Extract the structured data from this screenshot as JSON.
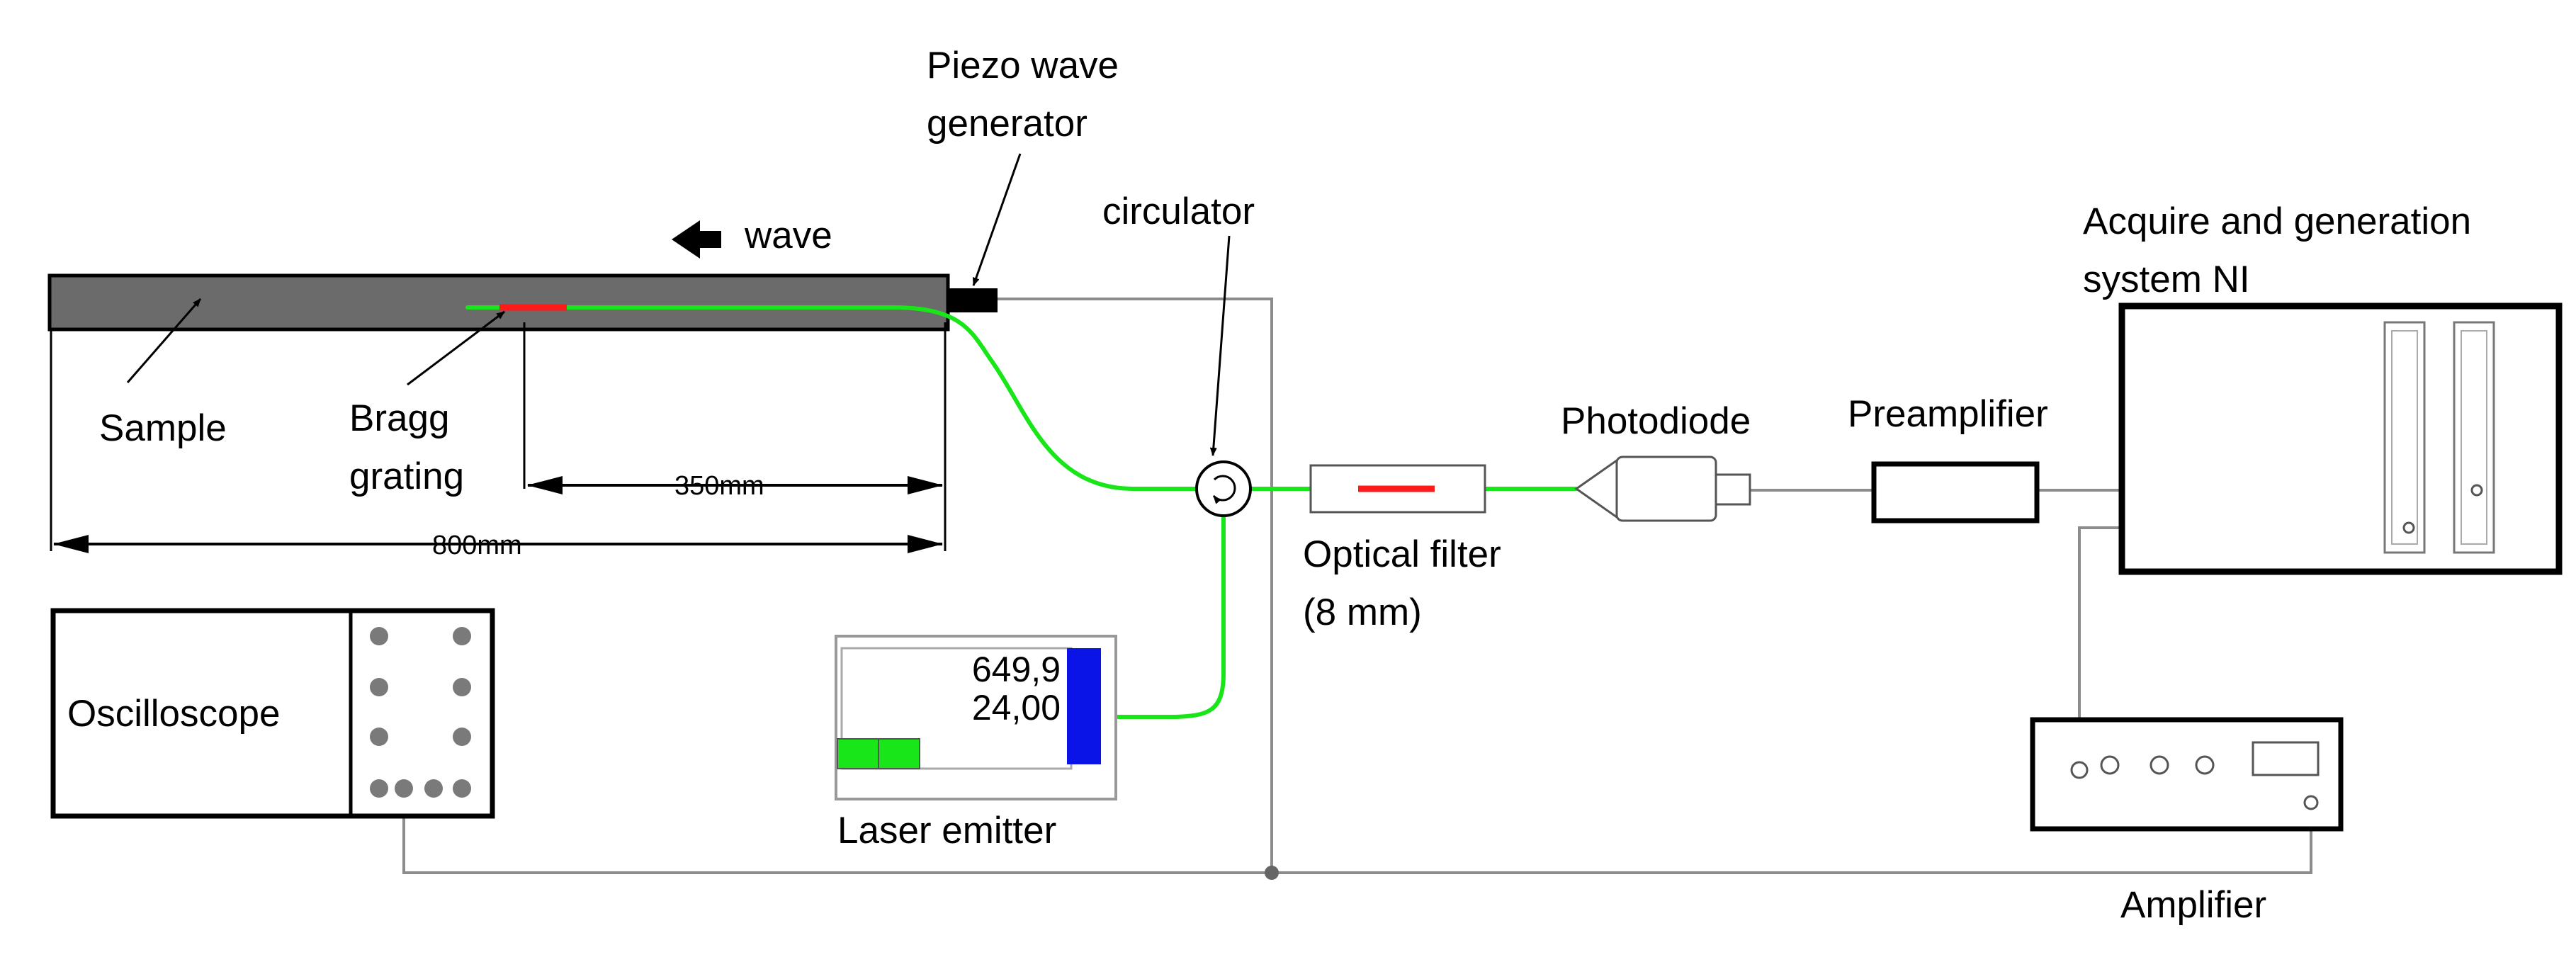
{
  "labels": {
    "piezo_line1": "Piezo wave",
    "piezo_line2": "generator",
    "wave": "wave",
    "circulator": "circulator",
    "acquire_line1": "Acquire and generation",
    "acquire_line2": "system NI",
    "sample": "Sample",
    "bragg_line1": "Bragg",
    "bragg_line2": "grating",
    "photodiode": "Photodiode",
    "preamplifier": "Preamplifier",
    "dim_350": "350mm",
    "dim_800": "800mm",
    "optical_filter_line1": "Optical filter",
    "optical_filter_line2": "(8 mm)",
    "oscilloscope": "Oscilloscope",
    "laser_emitter": "Laser emitter",
    "amplifier": "Amplifier"
  },
  "laser_display": {
    "value1": "649,9",
    "value2": "24,00"
  },
  "colors": {
    "fiber": "#19e619",
    "grating": "#ff1a1a",
    "sample_bar": "#6b6b6b",
    "laser_indicator": "#0a14e6",
    "laser_bar": "#19e619",
    "wire": "#8c8c8c"
  }
}
